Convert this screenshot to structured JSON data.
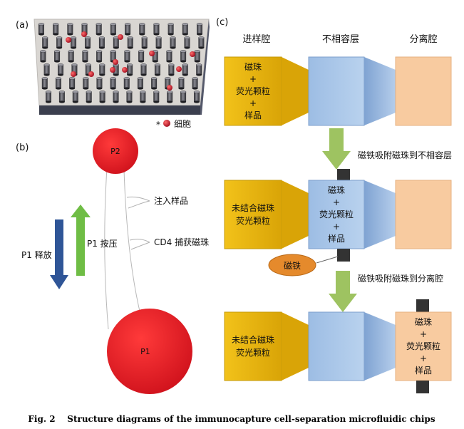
{
  "panels": {
    "a": {
      "label": "(a)",
      "legend_mark": "*",
      "legend_text": "细胞"
    },
    "b": {
      "label": "(b)",
      "balloon_top": "P2",
      "balloon_bottom": "P1",
      "annot_sample": "注入样品",
      "annot_capture": "CD4 捕获磁珠",
      "arrow_release": "P1 释放",
      "arrow_press": "P1 按压"
    },
    "c": {
      "label": "(c)",
      "headers": [
        "进样腔",
        "不相容层",
        "分离腔"
      ],
      "stage1": {
        "inlet": [
          "磁珠",
          "+",
          "荧光颗粒",
          "+",
          "样品"
        ]
      },
      "step1": "磁铁吸附磁珠到不相容层",
      "stage2": {
        "inlet": [
          "未结合磁珠",
          "荧光颗粒"
        ],
        "middle": [
          "磁珠",
          "+",
          "荧光颗粒",
          "+",
          "样品"
        ],
        "magnet": "磁铁"
      },
      "step2": "磁铁吸附磁珠到分离腔",
      "stage3": {
        "inlet": [
          "未结合磁珠",
          "荧光颗粒"
        ],
        "outlet": [
          "磁珠",
          "+",
          "荧光颗粒",
          "+",
          "样品"
        ]
      }
    }
  },
  "caption": "Fig. 2    Structure diagrams of the immunocapture cell-separation microfluidic chips",
  "colors": {
    "inlet": "#e7b60c",
    "inlet_neck": "#d9a20a",
    "middle": "#a9c6e8",
    "middle_neck": "#8fb0da",
    "outlet": "#f8cba0",
    "arrow_green": "#9ec361",
    "arrow_blue": "#2f5597",
    "arrow_up": "#6fbd45",
    "balloon": "#e01b24",
    "magnet_block": "#333333",
    "magnet_oval": "#e58a2c",
    "cell": "#c0142a"
  }
}
